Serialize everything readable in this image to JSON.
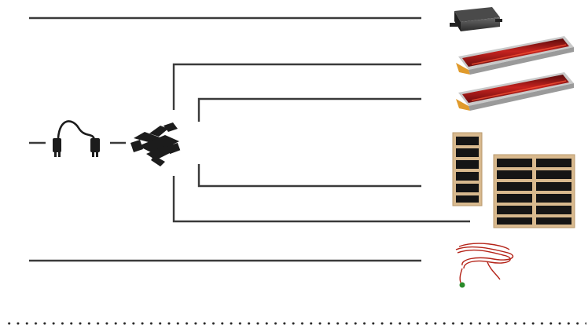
{
  "diagram": {
    "type": "wiring-layout",
    "line_color": "#3a3a3a",
    "components": [
      {
        "id": "control-box",
        "icon": "control-box-icon"
      },
      {
        "id": "heater-1",
        "icon": "red-infrared-heater-icon",
        "color": "#b3191b"
      },
      {
        "id": "heater-2",
        "icon": "red-infrared-heater-icon",
        "color": "#b3191b"
      },
      {
        "id": "panel-small",
        "icon": "heating-panel-icon",
        "color": "#d8b98e"
      },
      {
        "id": "panel-large",
        "icon": "heating-panel-icon",
        "color": "#d8b98e"
      },
      {
        "id": "sensor-cable",
        "icon": "sensor-cable-icon",
        "color": "#b42318"
      },
      {
        "id": "power-cable",
        "icon": "power-cable-icon"
      },
      {
        "id": "splitter",
        "icon": "splitter-connector-icon"
      }
    ]
  }
}
